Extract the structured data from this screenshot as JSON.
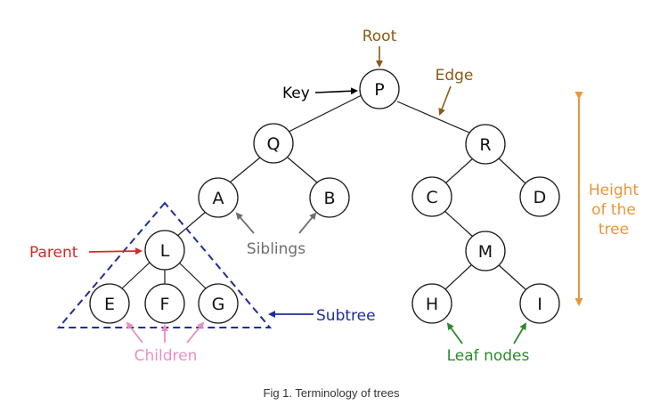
{
  "caption": "Fig 1. Terminology of trees",
  "nodes": {
    "P": "P",
    "Q": "Q",
    "R": "R",
    "A": "A",
    "B": "B",
    "C": "C",
    "D": "D",
    "L": "L",
    "M": "M",
    "E": "E",
    "F": "F",
    "G": "G",
    "H": "H",
    "I": "I"
  },
  "labels": {
    "root": "Root",
    "edge": "Edge",
    "key": "Key",
    "siblings": "Siblings",
    "parent": "Parent",
    "subtree": "Subtree",
    "children": "Children",
    "leaf_nodes": "Leaf nodes",
    "height_line1": "Height",
    "height_line2": "of the",
    "height_line3": "tree"
  },
  "colors": {
    "root": "#8B5A14",
    "edge": "#8B5A14",
    "key": "#000000",
    "siblings": "#6e6e6e",
    "parent": "#d62828",
    "subtree": "#1f2d9b",
    "children": "#e98fc2",
    "leaf_nodes": "#2a8a2a",
    "height": "#e8973a"
  }
}
